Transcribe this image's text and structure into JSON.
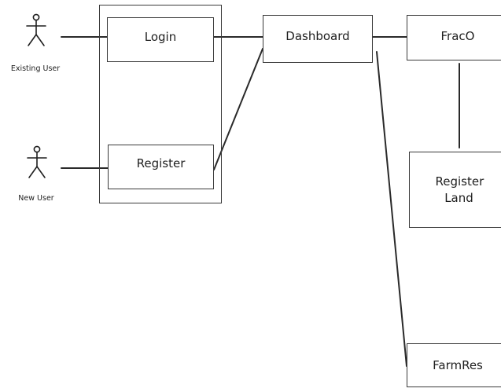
{
  "actors": {
    "existing_user": {
      "label": "Existing User"
    },
    "new_user": {
      "label": "New User"
    }
  },
  "boxes": {
    "login": "Login",
    "register": "Register",
    "dashboard": "Dashboard",
    "fraco": "FracO",
    "register_land": "Register Land",
    "farmres": "FarmRes"
  }
}
